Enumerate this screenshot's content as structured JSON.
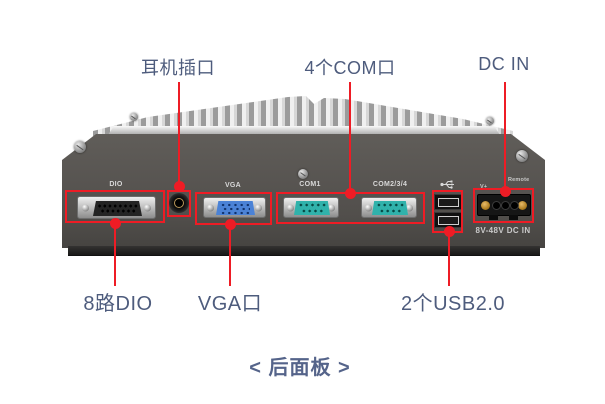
{
  "caption": "< 后面板 >",
  "callouts": {
    "top": [
      {
        "label": "耳机插口"
      },
      {
        "label": "4个COM口"
      },
      {
        "label": "DC IN"
      }
    ],
    "bottom": [
      {
        "label": "8路DIO"
      },
      {
        "label": "VGA口"
      },
      {
        "label": "2个USB2.0"
      }
    ]
  },
  "panel": {
    "port_labels": {
      "dio": "DIO",
      "vga": "VGA",
      "com1": "COM1",
      "com234": "COM2/3/4",
      "v_plus": "V+",
      "remote": "Remote",
      "dc_rating": "8V-48V DC IN"
    }
  },
  "icons": {
    "usb": "usb-trident-icon"
  },
  "colors": {
    "annotation_red": "#ee1c25",
    "callout_text": "#4e5c7d",
    "caption_text": "#55648a",
    "chassis_gray": "#54514e",
    "heatsink_silver": "#f0f0f0",
    "vga_blue": "#4b82d6",
    "com_teal": "#30b2ab",
    "background": "#ffffff"
  }
}
